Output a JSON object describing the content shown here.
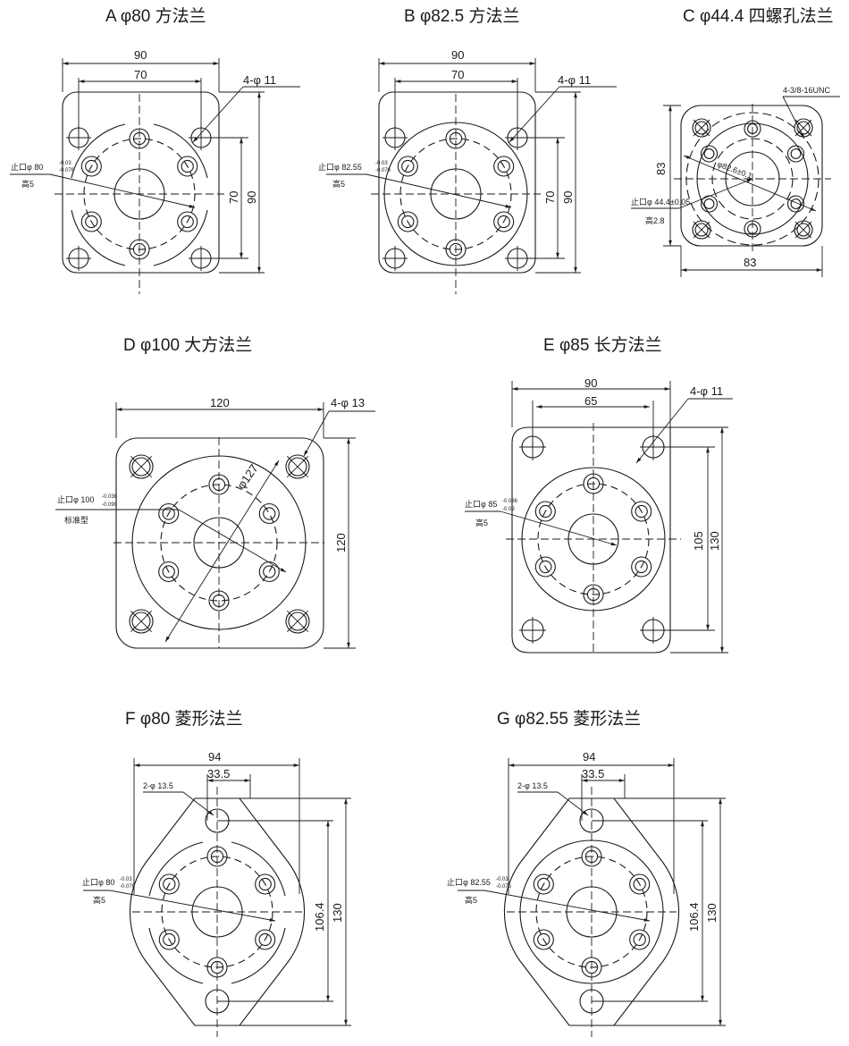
{
  "panels": [
    {
      "id": "A",
      "title": "A  φ80 方法兰",
      "dims": [
        "90",
        "70",
        "70",
        "90"
      ],
      "holes": "4-φ 11",
      "spigot": "止口φ 80",
      "tol_upper": "-0.03",
      "tol_lower": "-0.076",
      "height": "高5"
    },
    {
      "id": "B",
      "title": "B  φ82.5 方法兰",
      "dims": [
        "90",
        "70",
        "70",
        "90"
      ],
      "holes": "4-φ 11",
      "spigot": "止口φ 82.55",
      "tol_upper": "-0.03",
      "tol_lower": "-0.076",
      "height": "高5"
    },
    {
      "id": "C",
      "title": "C  φ44.4 四螺孔法兰",
      "dims": [
        "83",
        "83"
      ],
      "holes": "4-3/8-16UNC",
      "pcd": "φ82.6±0.1",
      "spigot": "止口φ 44.4±0.05",
      "height": "高2.8"
    },
    {
      "id": "D",
      "title": "D  φ100 大方法兰",
      "dims": [
        "120",
        "120"
      ],
      "holes": "4-φ 13",
      "pcd": "φ127",
      "spigot": "止口φ 100",
      "tol_upper": "-0.036",
      "tol_lower": "-0.090",
      "height": "标准型"
    },
    {
      "id": "E",
      "title": "E  φ85 长方法兰",
      "dims": [
        "90",
        "65",
        "105",
        "130"
      ],
      "holes": "4-φ 11",
      "spigot": "止口φ 85",
      "tol_upper": "-0.036",
      "tol_lower": "-0.09",
      "height": "高5"
    },
    {
      "id": "F",
      "title": "F  φ80 菱形法兰",
      "dims": [
        "94",
        "33.5",
        "106.4",
        "130"
      ],
      "holes": "2-φ 13.5",
      "spigot": "止口φ 80",
      "tol_upper": "-0.03",
      "tol_lower": "-0.076",
      "height": "高5"
    },
    {
      "id": "G",
      "title": "G  φ82.55 菱形法兰",
      "dims": [
        "94",
        "33.5",
        "106.4",
        "130"
      ],
      "holes": "2-φ 13.5",
      "spigot": "止口φ 82.55",
      "tol_upper": "-0.03",
      "tol_lower": "-0.076",
      "height": "高5"
    }
  ]
}
